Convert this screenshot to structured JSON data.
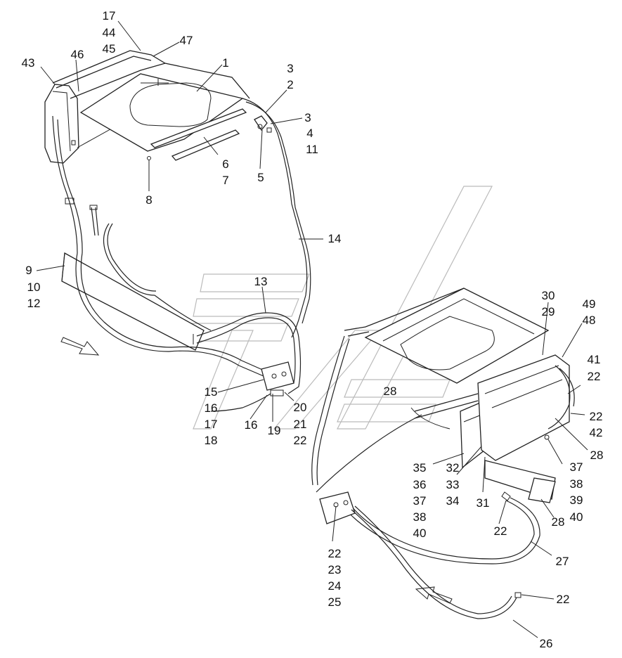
{
  "diagram": {
    "labels": [
      {
        "id": "l17a",
        "text": "17"
      },
      {
        "id": "l44",
        "text": "44"
      },
      {
        "id": "l45",
        "text": "45"
      },
      {
        "id": "l47",
        "text": "47"
      },
      {
        "id": "l46",
        "text": "46"
      },
      {
        "id": "l43",
        "text": "43"
      },
      {
        "id": "l1",
        "text": "1"
      },
      {
        "id": "l3a",
        "text": "3"
      },
      {
        "id": "l2",
        "text": "2"
      },
      {
        "id": "l3b",
        "text": "3"
      },
      {
        "id": "l4",
        "text": "4"
      },
      {
        "id": "l11",
        "text": "11"
      },
      {
        "id": "l5",
        "text": "5"
      },
      {
        "id": "l6",
        "text": "6"
      },
      {
        "id": "l7",
        "text": "7"
      },
      {
        "id": "l8",
        "text": "8"
      },
      {
        "id": "l14",
        "text": "14"
      },
      {
        "id": "l9",
        "text": "9"
      },
      {
        "id": "l10",
        "text": "10"
      },
      {
        "id": "l12",
        "text": "12"
      },
      {
        "id": "l13",
        "text": "13"
      },
      {
        "id": "l15",
        "text": "15"
      },
      {
        "id": "l16a",
        "text": "16"
      },
      {
        "id": "l17b",
        "text": "17"
      },
      {
        "id": "l18",
        "text": "18"
      },
      {
        "id": "l16b",
        "text": "16"
      },
      {
        "id": "l19",
        "text": "19"
      },
      {
        "id": "l20",
        "text": "20"
      },
      {
        "id": "l21",
        "text": "21"
      },
      {
        "id": "l22a",
        "text": "22"
      },
      {
        "id": "l28a",
        "text": "28"
      },
      {
        "id": "l30",
        "text": "30"
      },
      {
        "id": "l29",
        "text": "29"
      },
      {
        "id": "l49",
        "text": "49"
      },
      {
        "id": "l48",
        "text": "48"
      },
      {
        "id": "l41",
        "text": "41"
      },
      {
        "id": "l22b",
        "text": "22"
      },
      {
        "id": "l22c",
        "text": "22"
      },
      {
        "id": "l42",
        "text": "42"
      },
      {
        "id": "l28b",
        "text": "28"
      },
      {
        "id": "l35",
        "text": "35"
      },
      {
        "id": "l36",
        "text": "36"
      },
      {
        "id": "l37a",
        "text": "37"
      },
      {
        "id": "l38a",
        "text": "38"
      },
      {
        "id": "l40a",
        "text": "40"
      },
      {
        "id": "l32",
        "text": "32"
      },
      {
        "id": "l33",
        "text": "33"
      },
      {
        "id": "l34",
        "text": "34"
      },
      {
        "id": "l31",
        "text": "31"
      },
      {
        "id": "l37b",
        "text": "37"
      },
      {
        "id": "l38b",
        "text": "38"
      },
      {
        "id": "l39",
        "text": "39"
      },
      {
        "id": "l40b",
        "text": "40"
      },
      {
        "id": "l28c",
        "text": "28"
      },
      {
        "id": "l22d",
        "text": "22"
      },
      {
        "id": "l27",
        "text": "27"
      },
      {
        "id": "l22e",
        "text": "22"
      },
      {
        "id": "l23",
        "text": "23"
      },
      {
        "id": "l24",
        "text": "24"
      },
      {
        "id": "l25",
        "text": "25"
      },
      {
        "id": "l22f",
        "text": "22"
      },
      {
        "id": "l26",
        "text": "26"
      }
    ]
  }
}
